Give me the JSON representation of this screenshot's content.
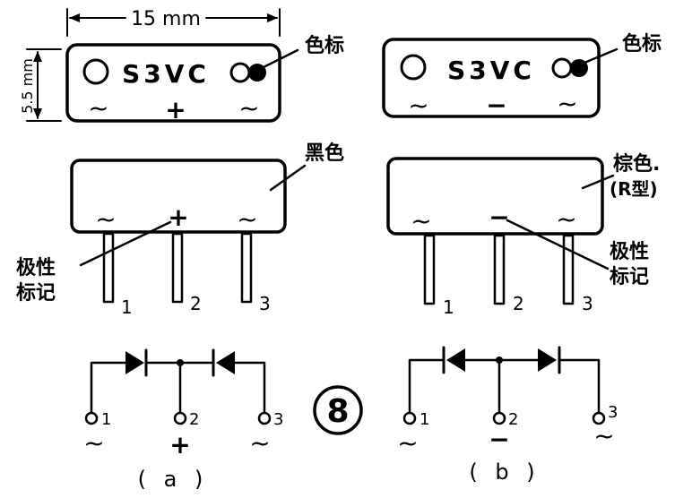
{
  "dimension": {
    "width": "15 mm",
    "height": "5.5 mm"
  },
  "a": {
    "label": "( a )",
    "model": "S3VC",
    "top_symbols": [
      "~",
      "+",
      "~"
    ],
    "side_symbols": [
      "~",
      "+",
      "~"
    ],
    "color_mark_label": "色标",
    "body_color_label": "黑色",
    "polarity_label": [
      "极性",
      "标记"
    ],
    "pins": [
      "1",
      "2",
      "3"
    ],
    "circuit_pins": [
      "1",
      "2",
      "3"
    ],
    "circuit_symbols": [
      "~",
      "+",
      "~"
    ]
  },
  "b": {
    "label": "( b )",
    "model": "S3VC",
    "top_symbols": [
      "~",
      "−",
      "~"
    ],
    "side_symbols": [
      "~",
      "−",
      "~"
    ],
    "color_mark_label": "色标",
    "body_color_label": [
      "棕色.",
      "(R型)"
    ],
    "polarity_label": [
      "极性",
      "标记"
    ],
    "pins": [
      "1",
      "2",
      "3"
    ],
    "circuit_pins": [
      "1",
      "2",
      "3"
    ],
    "circuit_symbols": [
      "~",
      "−",
      "~"
    ]
  },
  "figure_number": "8"
}
